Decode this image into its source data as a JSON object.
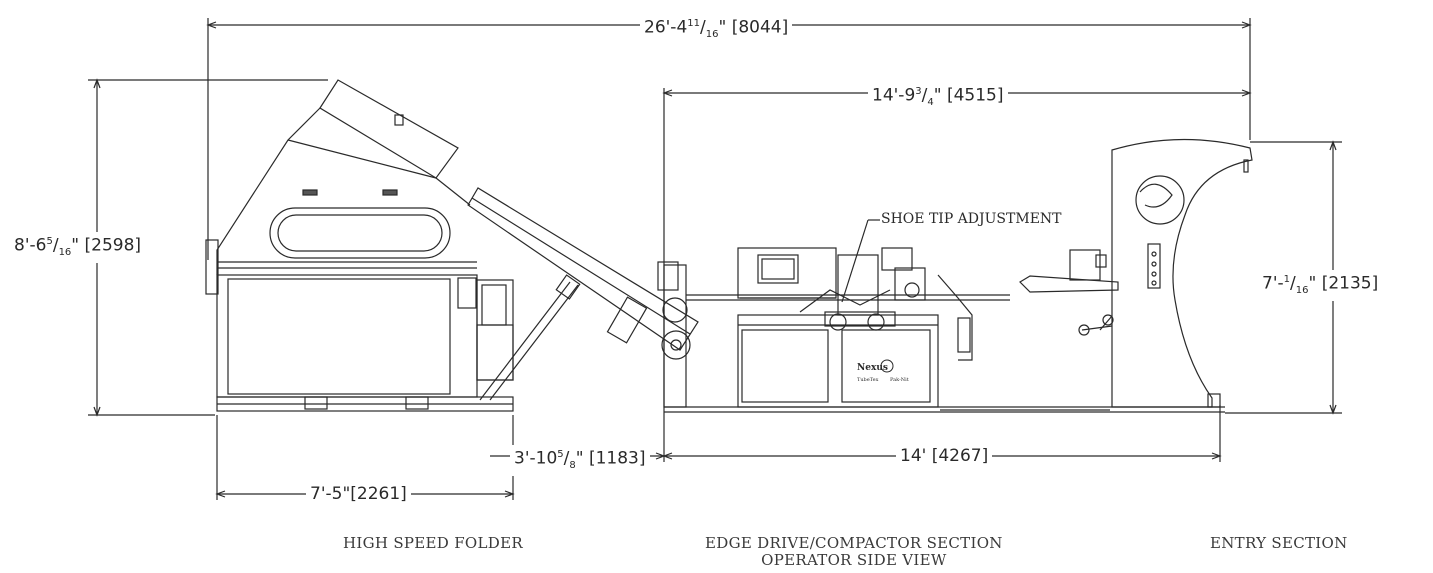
{
  "dimensions": {
    "overall_length": {
      "main": "26'-4",
      "frac_num": "11",
      "frac_den": "16",
      "suffix": "\" [8044]"
    },
    "edge_drive_length": {
      "main": "14'-9",
      "frac_num": "3",
      "frac_den": "4",
      "suffix": "\" [4515]"
    },
    "folder_height": {
      "main": "8'-6",
      "frac_num": "5",
      "frac_den": "16",
      "suffix": "\" [2598]"
    },
    "entry_height": {
      "main": "7'-",
      "frac_num": "1",
      "frac_den": "16",
      "suffix": "\" [2135]"
    },
    "gap_length": {
      "main": "3'-10",
      "frac_num": "5",
      "frac_den": "8",
      "suffix": "\" [1183]"
    },
    "base_length": {
      "text": "14' [4267]"
    },
    "folder_length": {
      "text": "7'-5\"[2261]"
    }
  },
  "callouts": {
    "shoe_tip": "SHOE TIP ADJUSTMENT"
  },
  "sections": {
    "folder": "HIGH SPEED FOLDER",
    "edge_drive_line1": "EDGE DRIVE/COMPACTOR SECTION",
    "edge_drive_line2": "OPERATOR SIDE VIEW",
    "entry": "ENTRY SECTION"
  },
  "panel": {
    "brand": "Nexus",
    "model_line1": "TubeTex",
    "model_line2": "Pak-Nit"
  },
  "colors": {
    "line": "#2a2a2a",
    "background": "#ffffff"
  }
}
